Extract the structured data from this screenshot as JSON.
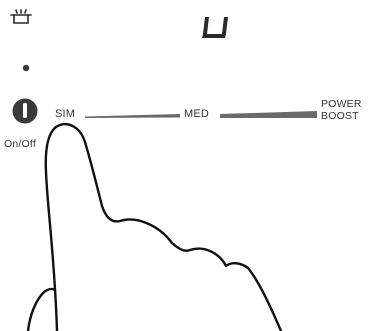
{
  "control_panel": {
    "display_readout": "u",
    "on_off_label": "On/Off",
    "power_levels": {
      "low": "SIM",
      "mid": "MED",
      "high_line1": "POWER",
      "high_line2": "BOOST"
    }
  },
  "icons": {
    "pot": "pot-icon",
    "indicator": "indicator-light-icon",
    "power": "power-button-icon",
    "finger": "pointing-finger-illustration"
  },
  "colors": {
    "ink": "#2a2a2a",
    "slider_bar": "#6a6a6a",
    "button_fill": "#3a3a3a"
  }
}
